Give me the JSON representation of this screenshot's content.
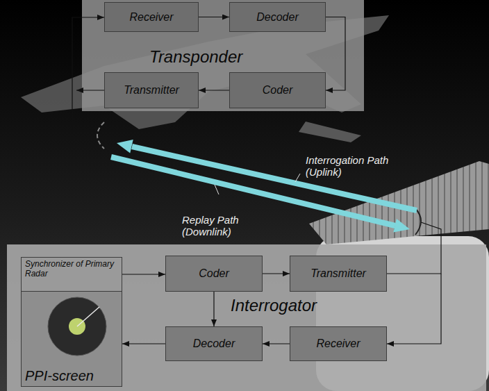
{
  "diagram": {
    "nodes": [
      {
        "text": [
          "Transponder"
        ]
      },
      {
        "text": [
          "Receiver"
        ],
        "in": 0
      },
      {
        "text": [
          "Decoder"
        ],
        "in": 0
      },
      {
        "text": [
          "Transmitter"
        ],
        "in": 0
      },
      {
        "text": [
          "Coder"
        ],
        "in": 0
      },
      {
        "text": [
          "Interrogator"
        ]
      },
      {
        "text": [
          "Synchronizer of Primary Radar"
        ],
        "in": 5
      },
      {
        "text": [
          "Coder"
        ],
        "in": 5
      },
      {
        "text": [
          "Transmitter"
        ],
        "in": 5
      },
      {
        "text": [
          "PPI-screen"
        ],
        "in": 5
      },
      {
        "text": [
          "Decoder"
        ],
        "in": 5
      },
      {
        "text": [
          "Receiver"
        ],
        "in": 5
      }
    ],
    "edges": [
      {
        "from": 1,
        "to": 2,
        "arrow": "to"
      },
      {
        "from": 2,
        "to": 4,
        "arrow": "to"
      },
      {
        "from": 4,
        "to": 3,
        "arrow": "to"
      },
      {
        "from": 6,
        "to": 7,
        "arrow": "to"
      },
      {
        "from": 7,
        "to": 8,
        "arrow": "to"
      },
      {
        "from": 7,
        "to": 10,
        "arrow": "to"
      },
      {
        "from": 11,
        "to": 10,
        "arrow": "to"
      },
      {
        "from": 10,
        "to": 9,
        "arrow": "to"
      }
    ],
    "labels": [
      "Interrogation Path (Uplink)",
      "Replay Path (Downlink)"
    ]
  }
}
